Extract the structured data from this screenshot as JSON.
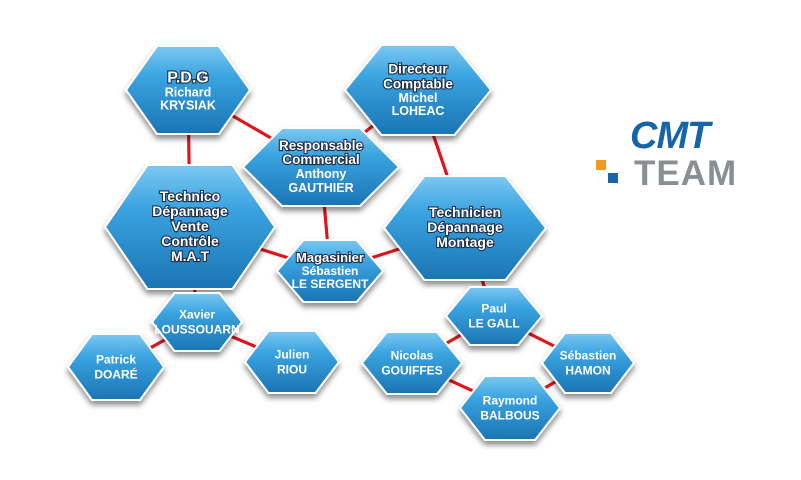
{
  "nodes": [
    {
      "id": "pdg",
      "title": [
        "P.D.G"
      ],
      "name": [
        "Richard",
        "KRYSIAK"
      ]
    },
    {
      "id": "directeur-comptable",
      "title": [
        "Directeur",
        "Comptable"
      ],
      "name": [
        "Michel",
        "LOHEAC"
      ]
    },
    {
      "id": "responsable-commercial",
      "title": [
        "Responsable",
        "Commercial"
      ],
      "name": [
        "Anthony",
        "GAUTHIER"
      ]
    },
    {
      "id": "technico",
      "title": [
        "Technico",
        "Dépannage",
        "Vente",
        "Contrôle",
        "M.A.T"
      ],
      "name": []
    },
    {
      "id": "technicien",
      "title": [
        "Technicien",
        "Dépannage",
        "Montage"
      ],
      "name": []
    },
    {
      "id": "magasinier",
      "title": [
        "Magasinier"
      ],
      "name": [
        "Sébastien",
        "LE SERGENT"
      ]
    },
    {
      "id": "xavier",
      "title": [],
      "name": [
        "Xavier",
        "LOUSSOUARN"
      ]
    },
    {
      "id": "patrick",
      "title": [],
      "name": [
        "Patrick",
        "DOARÉ"
      ]
    },
    {
      "id": "julien",
      "title": [],
      "name": [
        "Julien",
        "RIOU"
      ]
    },
    {
      "id": "paul",
      "title": [],
      "name": [
        "Paul",
        "LE GALL"
      ]
    },
    {
      "id": "nicolas",
      "title": [],
      "name": [
        "Nicolas",
        "GOUIFFES"
      ]
    },
    {
      "id": "sebastien-hamon",
      "title": [],
      "name": [
        "Sébastien",
        "HAMON"
      ]
    },
    {
      "id": "raymond",
      "title": [],
      "name": [
        "Raymond",
        "BALBOUS"
      ]
    }
  ],
  "edges": [
    [
      "pdg",
      "responsable-commercial"
    ],
    [
      "pdg",
      "technico"
    ],
    [
      "directeur-comptable",
      "responsable-commercial"
    ],
    [
      "directeur-comptable",
      "technicien"
    ],
    [
      "responsable-commercial",
      "magasinier"
    ],
    [
      "technico",
      "magasinier"
    ],
    [
      "technicien",
      "magasinier"
    ],
    [
      "technico",
      "xavier"
    ],
    [
      "xavier",
      "patrick"
    ],
    [
      "xavier",
      "julien"
    ],
    [
      "technicien",
      "paul"
    ],
    [
      "paul",
      "nicolas"
    ],
    [
      "paul",
      "sebastien-hamon"
    ],
    [
      "nicolas",
      "raymond"
    ],
    [
      "raymond",
      "sebastien-hamon"
    ]
  ],
  "logo": {
    "line1": "CMT",
    "line2": "TEAM",
    "color_primary": "#1565a8",
    "color_secondary": "#8a8f96",
    "accent_orange": "#f39a1e",
    "accent_blue": "#1565a8"
  },
  "colors": {
    "hex_fill": "#2f9ad8",
    "hex_fill_light": "#7cc8f2",
    "hex_fill_dark": "#1b74b3",
    "connector": "#e0151b"
  }
}
